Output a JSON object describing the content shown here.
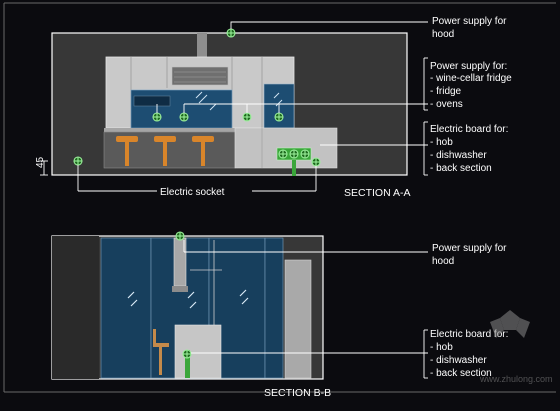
{
  "section_a": {
    "title": "SECTION A-A",
    "dimension_mark": "45",
    "socket_label": "Electric socket",
    "hood_power": [
      "Power supply for",
      "hood"
    ],
    "appliance_power": [
      "Power supply for:",
      "- wine-cellar fridge",
      "- fridge",
      "- ovens"
    ],
    "electric_board": [
      "Electric board for:",
      "- hob",
      "- dishwasher",
      "- back section"
    ]
  },
  "section_b": {
    "title": "SECTION B-B",
    "hood_power": [
      "Power supply for",
      "hood"
    ],
    "electric_board": [
      "Electric board for:",
      "- hob",
      "- dishwasher",
      "- back section"
    ]
  },
  "watermark": "www.zhulong.com",
  "colors": {
    "background": "#0b0b0f",
    "wall": "#373737",
    "cabinet": "#c9c9c9",
    "glass_blue": "#173f5d",
    "stool": "#d9852a",
    "electric_marker": "#3aa63a",
    "annotation_line": "#ffffff"
  }
}
